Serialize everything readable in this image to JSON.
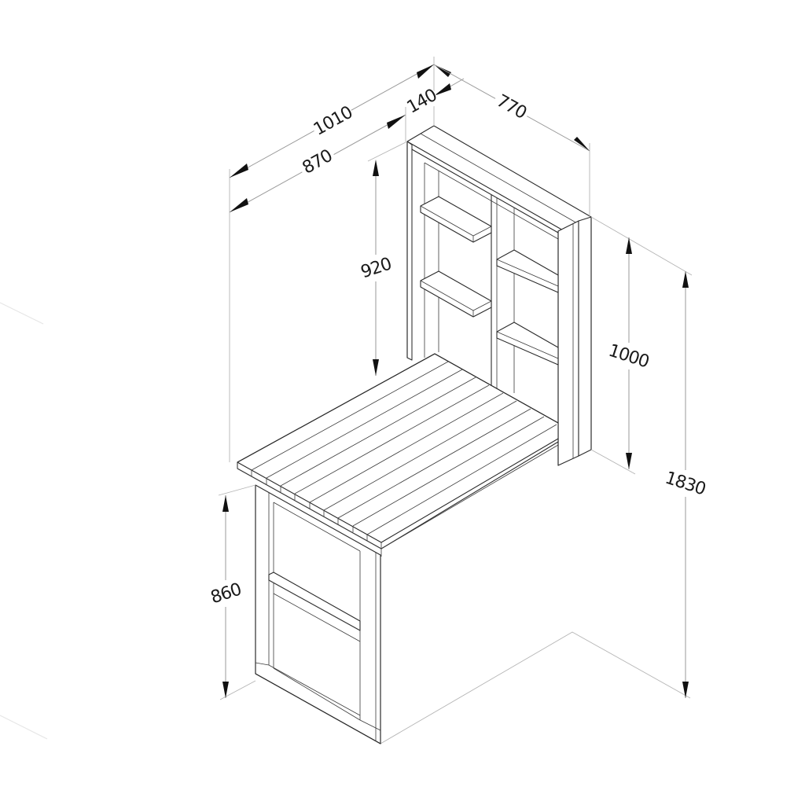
{
  "drawing": {
    "subject": "Wall-mounted fold-down desk with shelving unit",
    "units": "mm",
    "colors": {
      "line": "#2a2a2a",
      "dimension_line": "#9a9a9a",
      "background": "#ffffff"
    }
  },
  "dimensions": {
    "overall_width": "1010",
    "desk_width": "870",
    "frame_depth": "140",
    "desk_depth": "770",
    "shelf_height": "920",
    "side_height": "1000",
    "overall_height": "1830",
    "desk_height": "860"
  }
}
